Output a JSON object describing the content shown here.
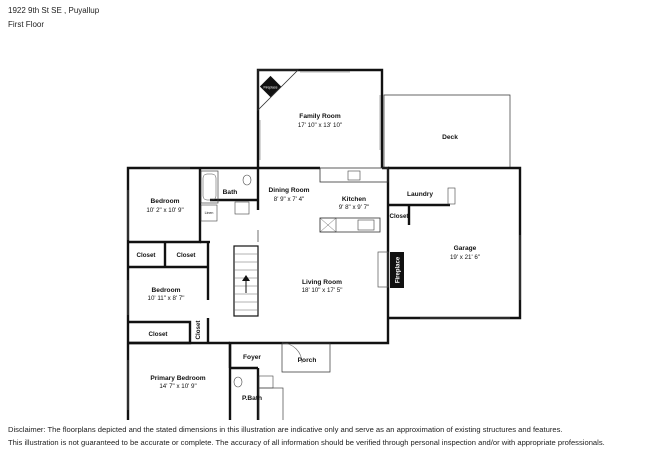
{
  "header": {
    "address": "1922 9th St SE , Puyallup",
    "floor": "First Floor"
  },
  "rooms": {
    "family_room": {
      "name": "Family Room",
      "dims": "17' 10\" x 13' 10\""
    },
    "deck": {
      "name": "Deck"
    },
    "bedroom_1": {
      "name": "Bedroom",
      "dims": "10' 2\" x 10' 9\""
    },
    "bath": {
      "name": "Bath"
    },
    "dining_room": {
      "name": "Dining Room",
      "dims": "8' 9\" x 7' 4\""
    },
    "kitchen": {
      "name": "Kitchen",
      "dims": "9' 8\" x 9' 7\""
    },
    "laundry": {
      "name": "Laundry"
    },
    "garage": {
      "name": "Garage",
      "dims": "19' x 21' 6\""
    },
    "bedroom_2": {
      "name": "Bedroom",
      "dims": "10' 11\" x 8' 7\""
    },
    "living_room": {
      "name": "Living Room",
      "dims": "18' 10\" x 17' 5\""
    },
    "primary_bedroom": {
      "name": "Primary Bedroom",
      "dims": "14' 7\" x 10' 9\""
    },
    "foyer": {
      "name": "Foyer"
    },
    "porch": {
      "name": "Porch"
    },
    "pbath": {
      "name": "P.Bath"
    }
  },
  "labels": {
    "closet": "Closet",
    "linen": "Linen",
    "fireplace": "Fireplace",
    "fireplace_small": "Fireplace"
  },
  "disclaimer": {
    "line1": "Disclaimer: The floorplans depicted and the stated dimensions in this illustration are indicative only and serve as an approximation of existing structures and features.",
    "line2": "This illustration is not guaranteed to be accurate or complete. The accuracy of all information should be verified through personal inspection and/or with appropriate professionals."
  }
}
